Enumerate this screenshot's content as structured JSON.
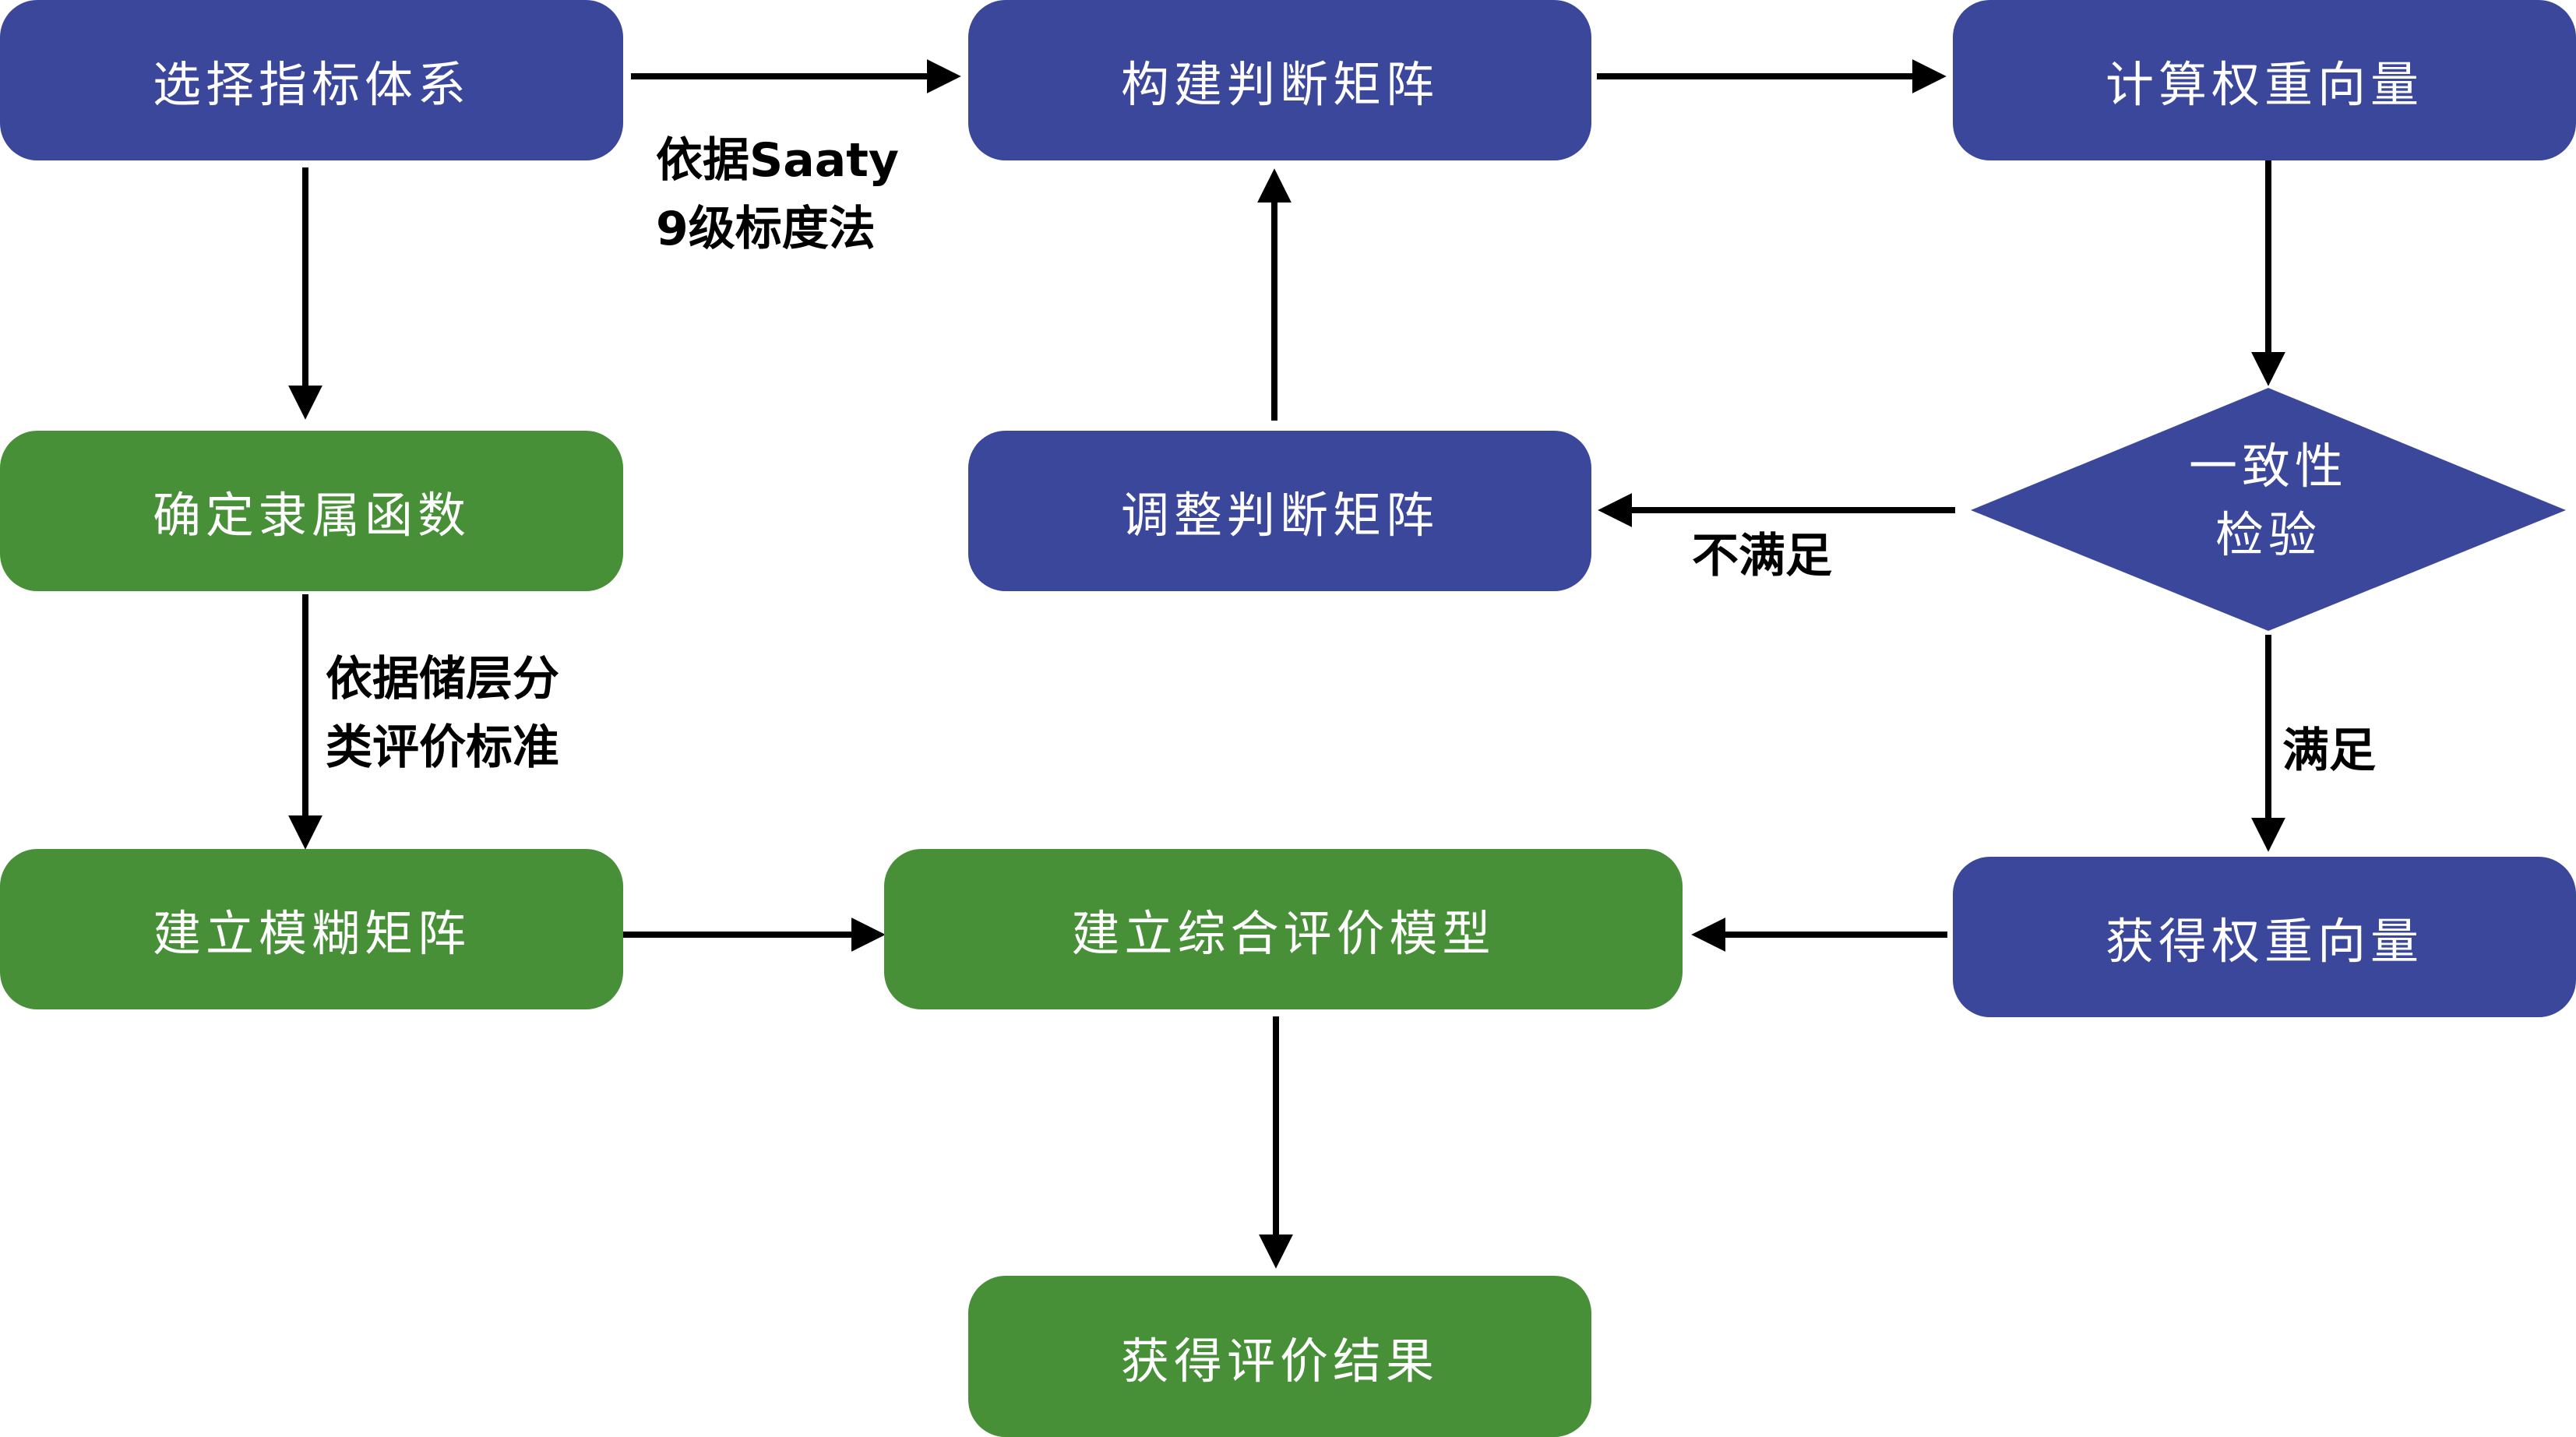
{
  "nodes": {
    "select_index": "选择指标体系",
    "build_matrix": "构建判断矩阵",
    "calc_weight": "计算权重向量",
    "membership": "确定隶属函数",
    "adjust_matrix": "调整判断矩阵",
    "consistency_line1": "一致性",
    "consistency_line2": "检验",
    "fuzzy_matrix": "建立模糊矩阵",
    "eval_model": "建立综合评价模型",
    "get_weight": "获得权重向量",
    "get_result": "获得评价结果"
  },
  "labels": {
    "saaty_line1": "依据Saaty",
    "saaty_line2": "9级标度法",
    "reservoir_line1": "依据储层分",
    "reservoir_line2": "类评价标准",
    "not_satisfied": "不满足",
    "satisfied": "满足"
  },
  "colors": {
    "blue_node": "#3b479a",
    "green_node": "#479037",
    "arrow": "#000000"
  }
}
